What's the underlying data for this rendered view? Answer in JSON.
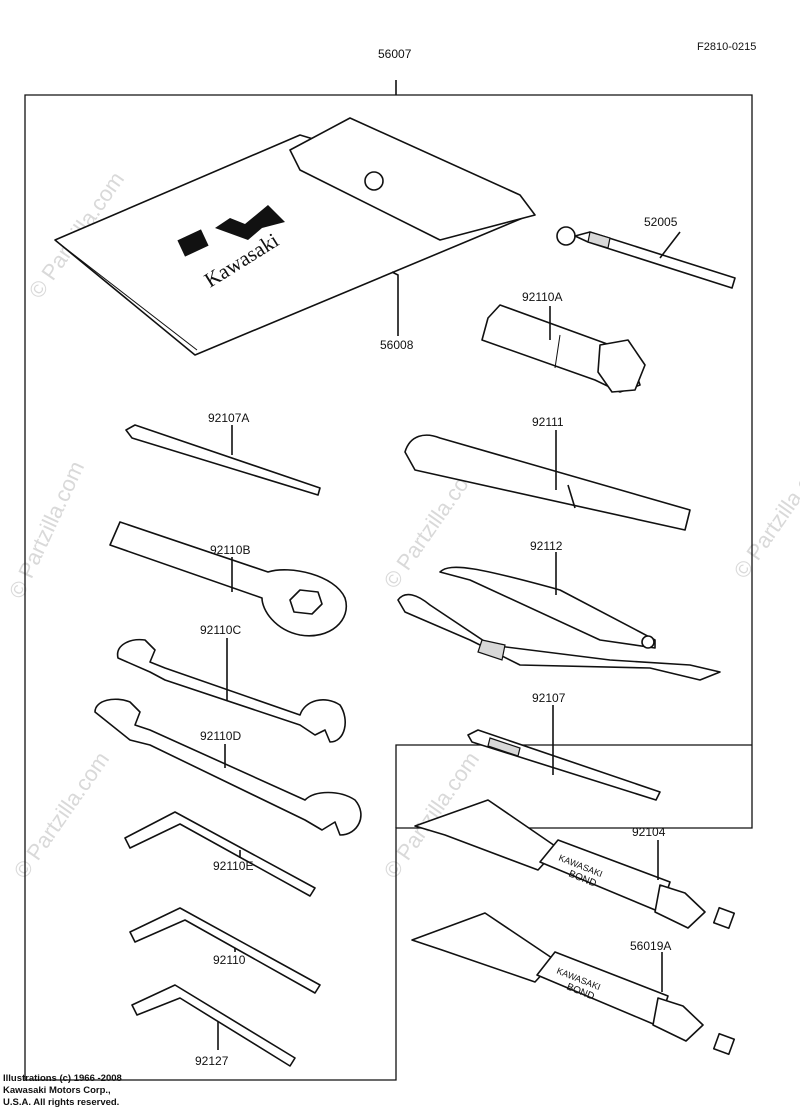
{
  "figure_code": "F2810-0215",
  "brand_logo_text": "Kawasaki",
  "watermark": "© Partzilla.com",
  "bond_label": [
    "KAWASAKI",
    "BOND"
  ],
  "parts": [
    {
      "id": "56007"
    },
    {
      "id": "56008"
    },
    {
      "id": "52005"
    },
    {
      "id": "92110A"
    },
    {
      "id": "92107A"
    },
    {
      "id": "92111"
    },
    {
      "id": "92110B"
    },
    {
      "id": "92112"
    },
    {
      "id": "92110C"
    },
    {
      "id": "92110D"
    },
    {
      "id": "92107"
    },
    {
      "id": "92104"
    },
    {
      "id": "92110E"
    },
    {
      "id": "56019A"
    },
    {
      "id": "92110"
    },
    {
      "id": "92127"
    }
  ],
  "copyright_lines": [
    "Illustrations (c) 1966 -2008",
    "Kawasaki Motors Corp.,",
    "U.S.A.  All rights reserved."
  ]
}
